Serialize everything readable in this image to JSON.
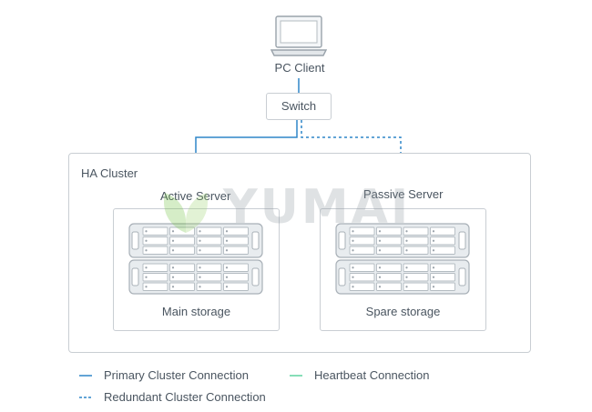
{
  "client": {
    "label": "PC Client",
    "icon": "laptop-icon"
  },
  "switch": {
    "label": "Switch"
  },
  "cluster": {
    "title": "HA Cluster"
  },
  "active": {
    "label": "Active Server",
    "storage_label": "Main storage",
    "icon": "server-rack-icon"
  },
  "passive": {
    "label": "Passive Server",
    "storage_label": "Spare storage",
    "icon": "server-rack-icon"
  },
  "watermark": {
    "text": "YUMAI"
  },
  "legend": {
    "primary": "Primary Cluster Connection",
    "redundant": "Redundant Cluster Connection",
    "heartbeat": "Heartbeat Connection"
  },
  "colors": {
    "primary": "#2f86c9",
    "redundant": "#2f86c9",
    "heartbeat": "#5fd3a0",
    "border": "#c9ced3",
    "rack_fill": "#e8ecef",
    "rack_stroke": "#a8b0b7"
  }
}
